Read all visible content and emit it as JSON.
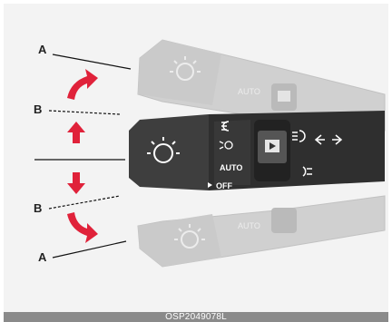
{
  "figure": {
    "labels": {
      "a_top": "A",
      "b_top": "B",
      "b_bottom": "B",
      "a_bottom": "A"
    },
    "switch_text": {
      "auto": "AUTO",
      "off": "OFF",
      "auto_ghost_top": "AUTO",
      "auto_ghost_bottom": "AUTO"
    },
    "caption": "OSP2049078L"
  },
  "colors": {
    "arrow_red": "#e0223a",
    "stalk_dark": "#3a3a3a",
    "stalk_ghost": "#bcbcbc",
    "background": "#f3f3f3",
    "caption_bar": "#8a8a8a"
  }
}
